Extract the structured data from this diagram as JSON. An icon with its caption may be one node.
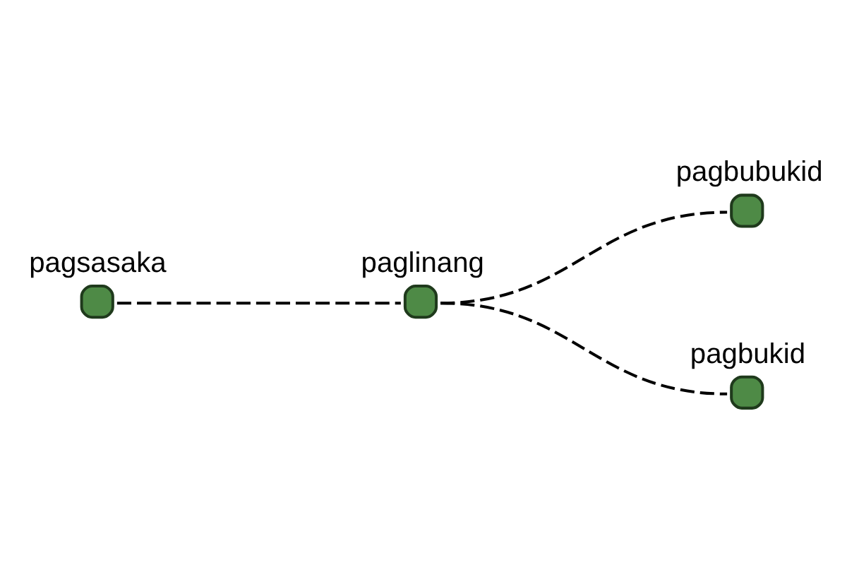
{
  "diagram": {
    "nodes": [
      {
        "text": [
          "pagsasaka"
        ]
      },
      {
        "text": [
          "paglinang"
        ]
      },
      {
        "text": [
          "pagbubukid"
        ]
      },
      {
        "text": [
          "pagbukid"
        ]
      }
    ],
    "edges": [
      {
        "from": 0,
        "to": 1,
        "arrow": "none",
        "style": "dashed"
      },
      {
        "from": 1,
        "to": 2,
        "arrow": "none",
        "style": "dashed"
      },
      {
        "from": 1,
        "to": 3,
        "arrow": "none",
        "style": "dashed"
      }
    ]
  }
}
